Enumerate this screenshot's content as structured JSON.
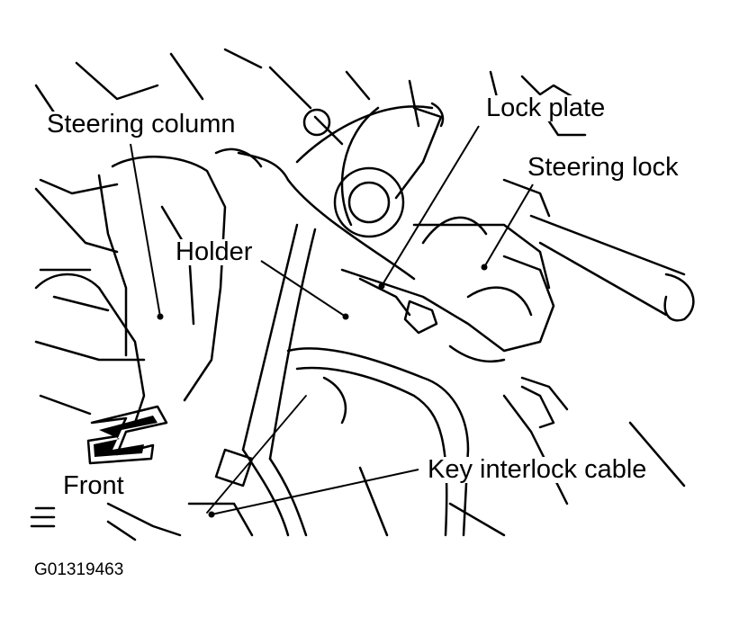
{
  "labels": {
    "steering_column": "Steering column",
    "lock_plate": "Lock plate",
    "steering_lock": "Steering lock",
    "holder": "Holder",
    "key_interlock_cable": "Key interlock cable",
    "front": "Front"
  },
  "figure_code": "G01319463"
}
